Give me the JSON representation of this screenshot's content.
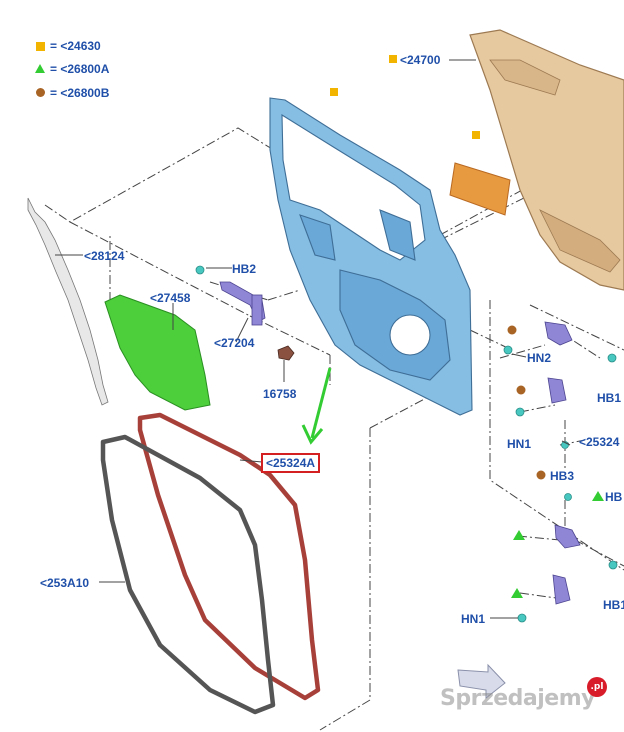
{
  "legend": [
    {
      "symbol": "square-icon",
      "color": "#f3b400",
      "text": "= <24630"
    },
    {
      "symbol": "triangle-icon",
      "color": "#33cc33",
      "text": "= <26800A"
    },
    {
      "symbol": "circle-icon",
      "color": "#a86424",
      "text": "= <26800B"
    }
  ],
  "labels": {
    "p24700": "<24700",
    "p28124": "<28124",
    "pHB2": "HB2",
    "p27458": "<27458",
    "p27204": "<27204",
    "p16758": "16758",
    "p25324A": "<25324A",
    "p253A10": "<253A10",
    "pHN2": "HN2",
    "pHN1a": "HN1",
    "pHB3": "HB3",
    "p25324": "<25324",
    "pHB1": "HB1",
    "pHB": "HB",
    "pHN1b": "HN1",
    "pHB1b": "HB1"
  },
  "watermark": {
    "text": "Sprzedajemy",
    "badge": ".pl"
  },
  "colors": {
    "label_blue": "#1f4fa8",
    "door_frame": "#7fb8e0",
    "outer_panel": "#e7c9a0",
    "green_part": "#4ccf3a",
    "red_seal": "#a8403a",
    "grey_seal": "#555555",
    "highlight_box": "#d42020"
  }
}
